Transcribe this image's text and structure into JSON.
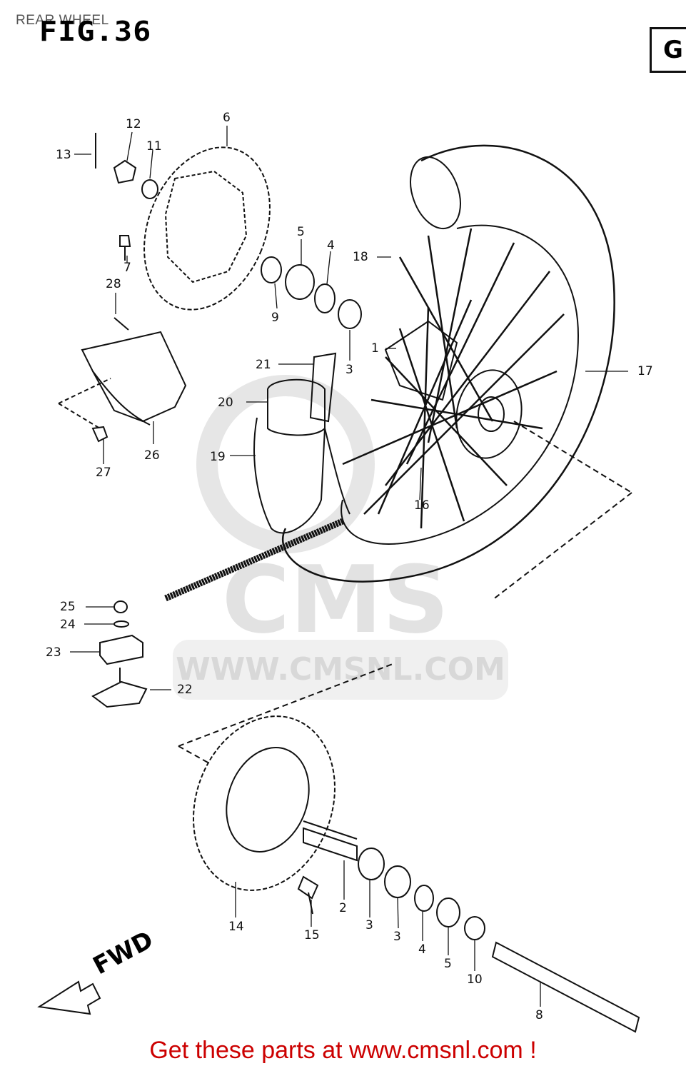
{
  "header": {
    "title": "REAR WHEEL",
    "figure": "FIG.36",
    "section_tag": "G"
  },
  "watermark": {
    "logo_text": "CMS",
    "url_text": "WWW.CMSNL.COM"
  },
  "direction_label": "FWD",
  "footer": {
    "cta": "Get these parts at www.cmsnl.com !"
  },
  "callouts": [
    {
      "id": "c1",
      "text": "1"
    },
    {
      "id": "c2",
      "text": "2"
    },
    {
      "id": "c3a",
      "text": "3"
    },
    {
      "id": "c3b",
      "text": "3"
    },
    {
      "id": "c3c",
      "text": "3"
    },
    {
      "id": "c4a",
      "text": "4"
    },
    {
      "id": "c4b",
      "text": "4"
    },
    {
      "id": "c5a",
      "text": "5"
    },
    {
      "id": "c5b",
      "text": "5"
    },
    {
      "id": "c6",
      "text": "6"
    },
    {
      "id": "c7",
      "text": "7"
    },
    {
      "id": "c8",
      "text": "8"
    },
    {
      "id": "c9",
      "text": "9"
    },
    {
      "id": "c10",
      "text": "10"
    },
    {
      "id": "c11",
      "text": "11"
    },
    {
      "id": "c12",
      "text": "12"
    },
    {
      "id": "c13",
      "text": "13"
    },
    {
      "id": "c14",
      "text": "14"
    },
    {
      "id": "c15",
      "text": "15"
    },
    {
      "id": "c16",
      "text": "16"
    },
    {
      "id": "c17",
      "text": "17"
    },
    {
      "id": "c18",
      "text": "18"
    },
    {
      "id": "c19",
      "text": "19"
    },
    {
      "id": "c20",
      "text": "20"
    },
    {
      "id": "c21",
      "text": "21"
    },
    {
      "id": "c22",
      "text": "22"
    },
    {
      "id": "c23",
      "text": "23"
    },
    {
      "id": "c24",
      "text": "24"
    },
    {
      "id": "c25",
      "text": "25"
    },
    {
      "id": "c26",
      "text": "26"
    },
    {
      "id": "c27",
      "text": "27"
    },
    {
      "id": "c28",
      "text": "28"
    }
  ]
}
